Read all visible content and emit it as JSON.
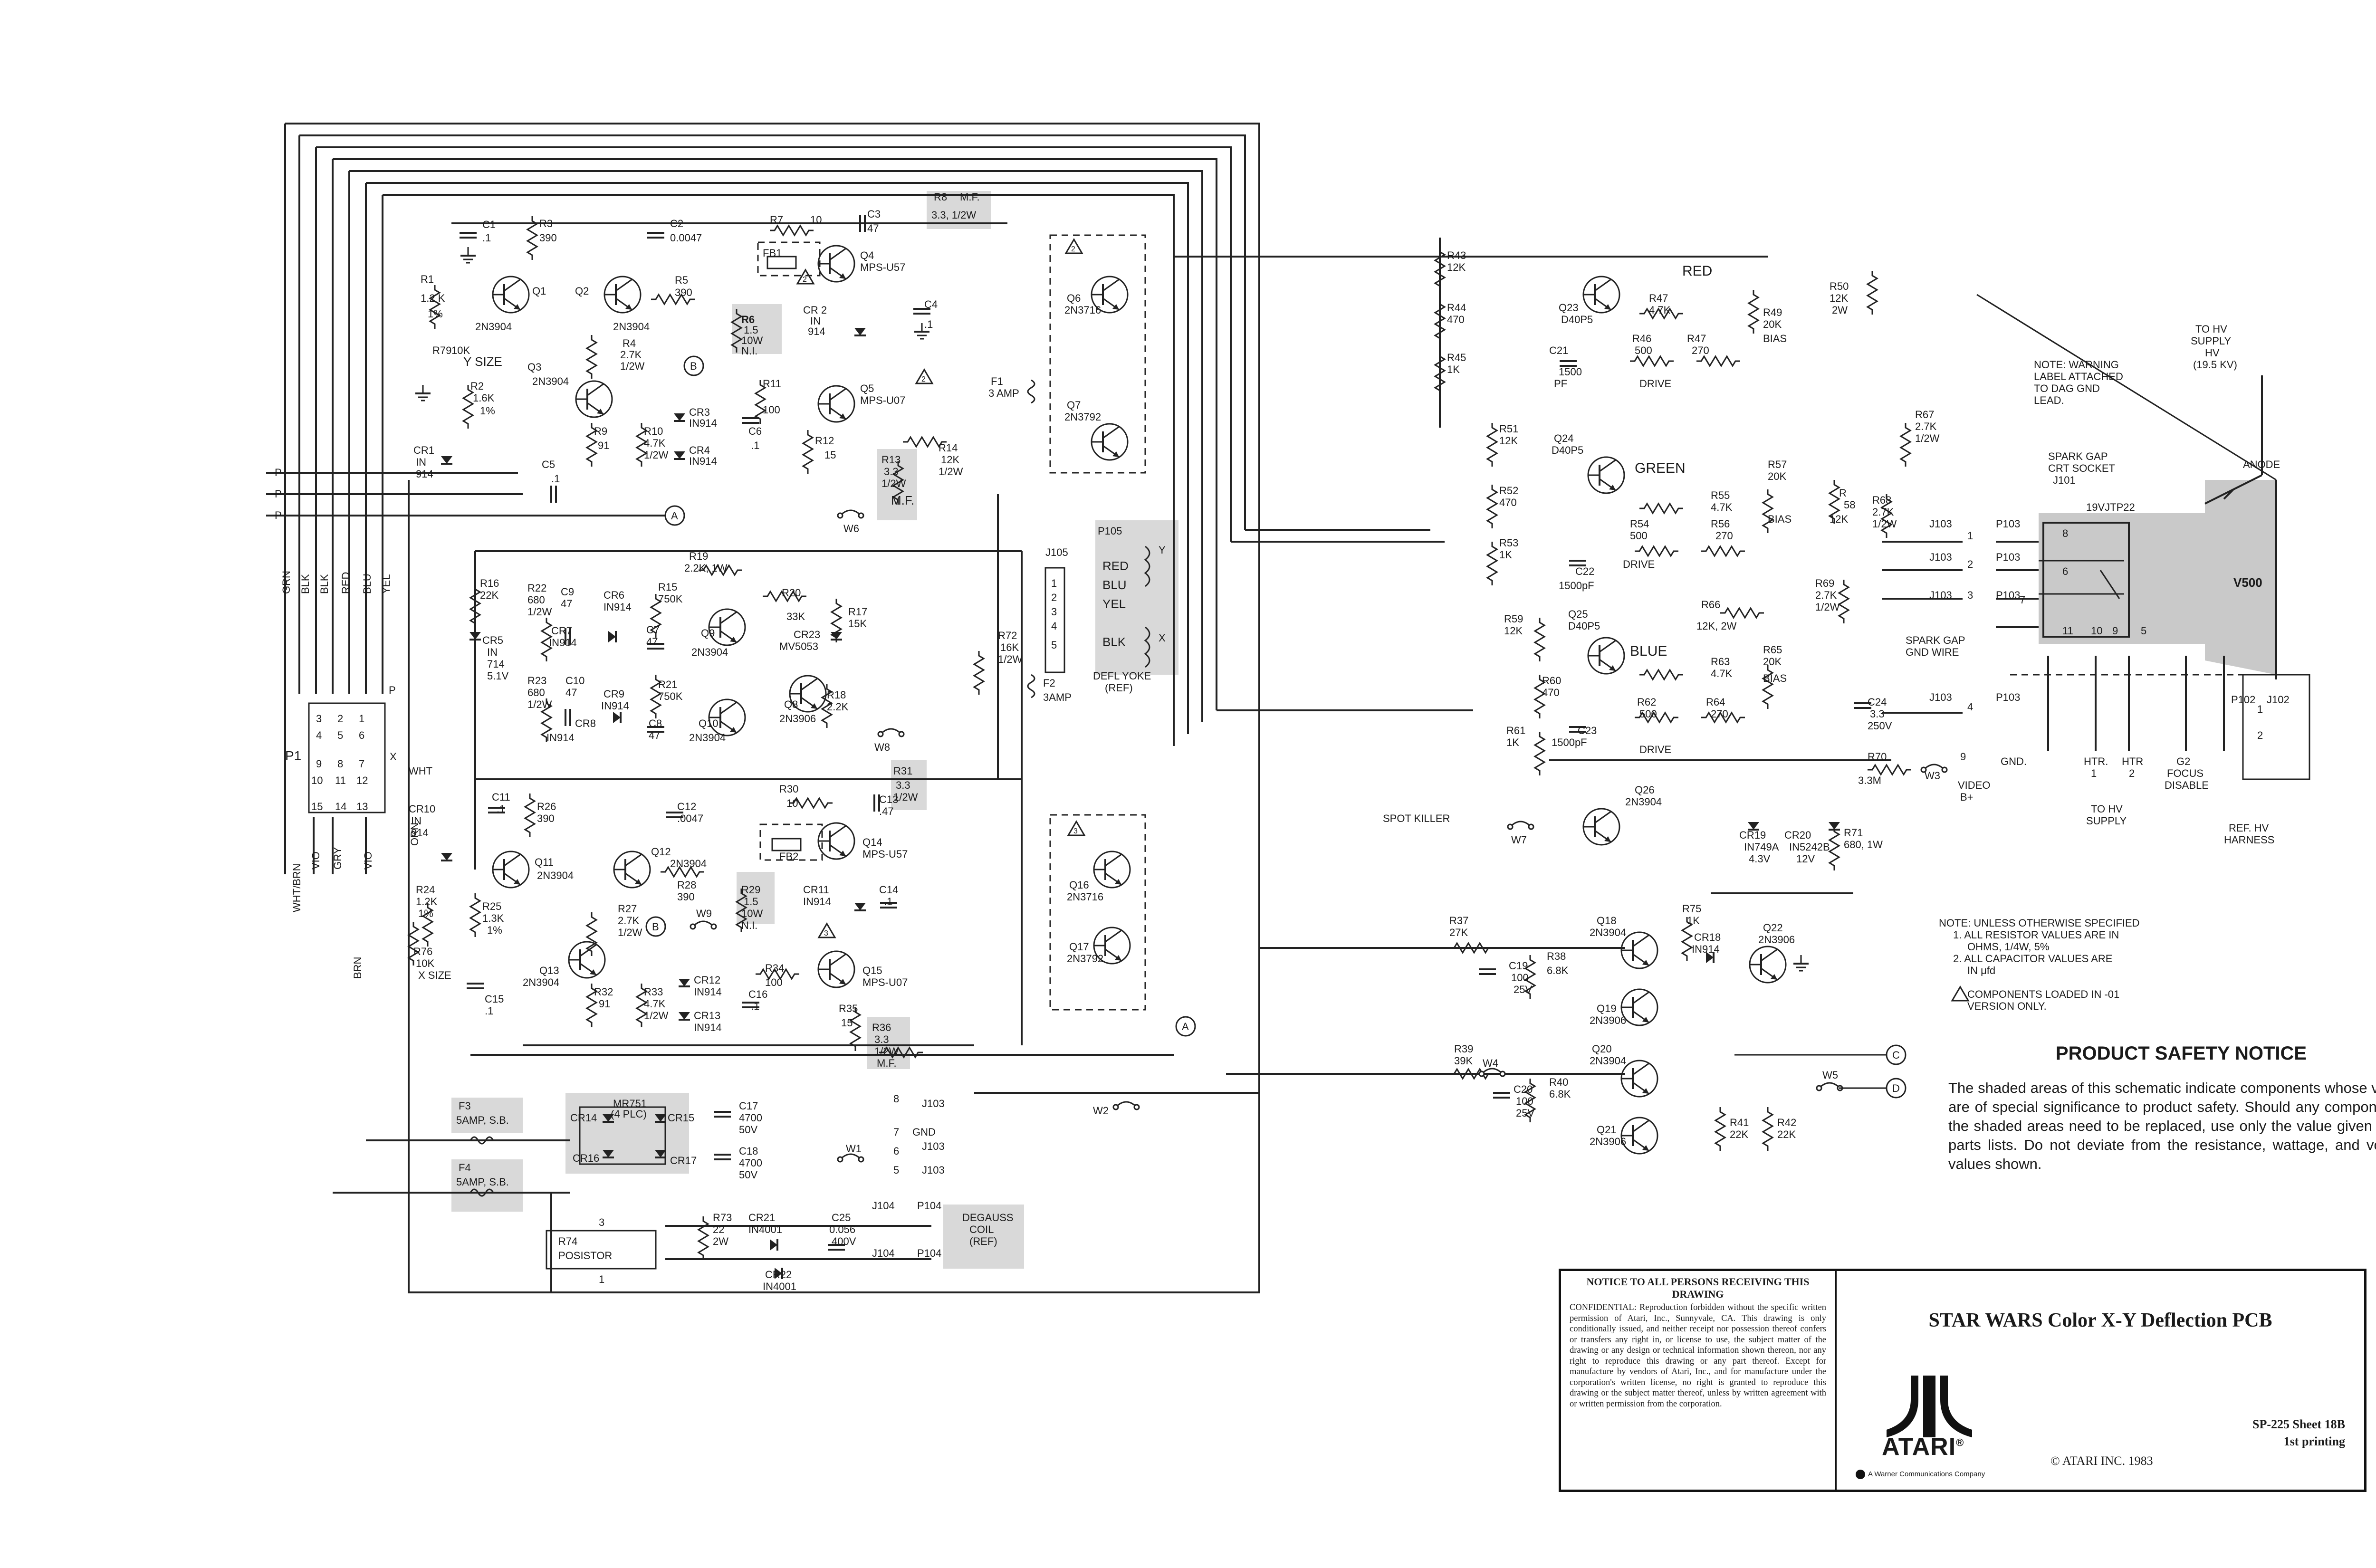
{
  "schematic": {
    "stage1": {
      "c1": [
        "C1",
        ".1"
      ],
      "r3": [
        "R3",
        "390"
      ],
      "c2": [
        "C2",
        "0.0047"
      ],
      "r7": [
        "R7",
        "10"
      ],
      "c3": [
        "C3",
        "47"
      ],
      "r8": [
        "R8",
        "M.F.",
        "3.3, 1/2W"
      ],
      "r1": [
        "R1",
        "1.2 K",
        "1%"
      ],
      "q1": "Q1",
      "q2": "Q2",
      "q1type": "2N3904",
      "q2type": "2N3904",
      "r5": [
        "R5",
        "390"
      ],
      "fb1": "FB1",
      "q4": [
        "Q4",
        "MPS-U57"
      ],
      "q6": [
        "Q6",
        "2N3716"
      ],
      "cr2": [
        "CR 2",
        "IN",
        "914"
      ],
      "c4": [
        "C4",
        ".1"
      ],
      "r4": [
        "R4",
        "2.7K",
        "1/2W"
      ],
      "r6": [
        "R6",
        "1.5",
        "10W",
        "N.I."
      ],
      "r79": [
        "R79",
        "10K"
      ],
      "ysize": "Y SIZE",
      "q3": [
        "Q3",
        "2N3904"
      ],
      "r2": [
        "R2",
        "1.6K",
        "1%"
      ],
      "r11": [
        "R11",
        "100"
      ],
      "q5": [
        "Q5",
        "MPS-U07"
      ],
      "f1": [
        "F1",
        "3 AMP"
      ],
      "q7": [
        "Q7",
        "2N3792"
      ],
      "r9": [
        "R9",
        "91"
      ],
      "r10": [
        "R10",
        "4.7K",
        "1/2W"
      ],
      "cr3": [
        "CR3",
        "IN914"
      ],
      "cr4": [
        "CR4",
        "IN914"
      ],
      "c6": [
        "C6",
        ".1"
      ],
      "r12": [
        "R12",
        "15"
      ],
      "r13": [
        "R13",
        "3.3",
        "1/2W",
        "M.F."
      ],
      "r14": [
        "R14",
        "12K",
        "1/2W"
      ],
      "cr1": [
        "CR1",
        "IN",
        "914"
      ],
      "c5": [
        "C5",
        ".1"
      ],
      "w6": "W6"
    },
    "stage2": {
      "r19": [
        "R19",
        "2.2K, 1W"
      ],
      "r16": [
        "R16",
        "22K"
      ],
      "r22": [
        "R22",
        "680",
        "1/2W"
      ],
      "c9": [
        "C9",
        "47"
      ],
      "cr6": [
        "CR6",
        "IN914"
      ],
      "r15": [
        "R15",
        "750K"
      ],
      "r20": [
        "R20",
        "33K"
      ],
      "r17": [
        "R17",
        "15K"
      ],
      "cr7": [
        "CR7",
        "IN914"
      ],
      "c7": [
        "C7",
        "47"
      ],
      "q9": [
        "Q9",
        "2N3904"
      ],
      "cr23": [
        "CR23",
        "MV5053"
      ],
      "cr5": [
        "CR5",
        "IN",
        "714",
        "5.1V"
      ],
      "r23": [
        "R23",
        "680",
        "1/2W"
      ],
      "c10": [
        "C10",
        "47"
      ],
      "cr9": [
        "CR9",
        "IN914"
      ],
      "r21": [
        "R21",
        "750K"
      ],
      "q8": [
        "Q8",
        "2N3906"
      ],
      "r18": [
        "R18",
        "2.2K"
      ],
      "cr8": [
        "CR8",
        "IN914"
      ],
      "c8": [
        "C8",
        "47"
      ],
      "q10": [
        "Q10",
        "2N3904"
      ],
      "w8": "W8"
    },
    "connectors": {
      "j105": "J105",
      "p105": "P105",
      "pins": [
        "1",
        "2",
        "3",
        "4",
        "5"
      ],
      "wires": [
        "RED",
        "BLU",
        "YEL",
        "BLK"
      ],
      "yoke": [
        "X",
        "Y",
        "DEFL YOKE",
        "(REF)"
      ],
      "r72": [
        "R72",
        "16K",
        "1/2W"
      ],
      "f2": [
        "F2",
        "3AMP"
      ],
      "p": [
        "P",
        "P",
        "P",
        "P"
      ],
      "colors": [
        "GRN",
        "BLK",
        "BLK",
        "RED",
        "BLU",
        "YEL"
      ],
      "p1": "P1",
      "p1pins": [
        "3",
        "2",
        "1",
        "4",
        "5",
        "6",
        "9",
        "8",
        "7",
        "10",
        "11",
        "12",
        "15",
        "14",
        "13"
      ],
      "x": "X",
      "wht": "WHT",
      "whtbrn": "WHT/BRN",
      "vio": "VIO",
      "gry": "GRY",
      "vio2": "VIO",
      "orn": "ORN",
      "brn": "BRN"
    },
    "stage3": {
      "c11": [
        "C11",
        ".1"
      ],
      "r26": [
        "R26",
        "390"
      ],
      "c12": [
        "C12",
        ".0047"
      ],
      "r30": [
        "R30",
        "10"
      ],
      "c13": [
        "C13",
        ".47"
      ],
      "r31": [
        "R31",
        "3.3",
        "1/2W"
      ],
      "cr10": [
        "CR10",
        "IN",
        "914"
      ],
      "q11": [
        "Q11",
        "2N3904"
      ],
      "q12": [
        "Q12",
        "2N3904"
      ],
      "fb2": "FB2",
      "q14": [
        "Q14",
        "MPS-U57"
      ],
      "q16": [
        "Q16",
        "2N3716"
      ],
      "r24": [
        "R24",
        "1.2K",
        "1%"
      ],
      "r25": [
        "R25",
        "1.3K",
        "1%"
      ],
      "r27": [
        "R27",
        "2.7K",
        "1/2W"
      ],
      "r28": [
        "R28",
        "390"
      ],
      "r29": [
        "R29",
        "1.5",
        "10W",
        "N.I."
      ],
      "w9": "W9",
      "cr11": [
        "CR11",
        "IN914"
      ],
      "c14": [
        "C14",
        ".1"
      ],
      "q17": [
        "Q17",
        "2N3792"
      ],
      "r76": [
        "R76",
        "10K",
        "X SIZE"
      ],
      "q13": [
        "Q13",
        "2N3904"
      ],
      "r32": [
        "R32",
        "91"
      ],
      "r33": [
        "R33",
        "4.7K",
        "1/2W"
      ],
      "cr12": [
        "CR12",
        "IN914"
      ],
      "cr13": [
        "CR13",
        "IN914"
      ],
      "r34": [
        "R34",
        "100"
      ],
      "q15": [
        "Q15",
        "MPS-U07"
      ],
      "c16": [
        "C16",
        ".1"
      ],
      "c15": [
        "C15",
        ".1"
      ],
      "r35": [
        "R35",
        "15"
      ],
      "r36": [
        "R36",
        "3.3",
        "1/2W",
        "M.F."
      ]
    },
    "power": {
      "f3": [
        "F3",
        "5AMP, S.B."
      ],
      "f4": [
        "F4",
        "5AMP, S.B."
      ],
      "mr751": [
        "MR751",
        "(4 PLC)"
      ],
      "cr14": "CR14",
      "cr15": "CR15",
      "cr16": "CR16",
      "cr17": "CR17",
      "c17": [
        "C17",
        "4700",
        "50V"
      ],
      "c18": [
        "C18",
        "4700",
        "50V"
      ],
      "j103a": [
        "8",
        "J103"
      ],
      "gnd": [
        "7",
        "GND"
      ],
      "j103b": [
        "6",
        "J103"
      ],
      "w1": "W1",
      "j103c": [
        "5",
        "J103"
      ],
      "w2": "W2",
      "pin3": "3",
      "pin1": "1",
      "r74": [
        "R74",
        "POSISTOR"
      ],
      "r73": [
        "R73",
        "22",
        "2W"
      ],
      "cr21": [
        "CR21",
        "IN4001"
      ],
      "cr22": [
        "CR22",
        "IN4001"
      ],
      "c25": [
        "C25",
        "0.056",
        "400V"
      ],
      "j104": [
        "J104",
        "P104",
        "J104",
        "P104"
      ],
      "degauss": [
        "DEGAUSS",
        "COIL",
        "(REF)"
      ]
    },
    "video": {
      "red": "RED",
      "green": "GREEN",
      "blue": "BLUE",
      "drive": "DRIVE",
      "bias": "BIAS",
      "r43": [
        "R43",
        "12K"
      ],
      "r44": [
        "R44",
        "470"
      ],
      "r45": [
        "R45",
        "1K"
      ],
      "q23": [
        "Q23",
        "D40P5"
      ],
      "r47a": [
        "R47",
        "4.7K"
      ],
      "r46": [
        "R46",
        "500"
      ],
      "r47b": [
        "R47",
        "270"
      ],
      "r49": [
        "R49",
        "20K"
      ],
      "c21": [
        "C21",
        "1500",
        "PF"
      ],
      "r50": [
        "R50",
        "12K",
        "2W"
      ],
      "r51": [
        "R51",
        "12K"
      ],
      "r52": [
        "R52",
        "470"
      ],
      "r53": [
        "R53",
        "1K"
      ],
      "q24": [
        "Q24",
        "D40P5"
      ],
      "r55": [
        "R55",
        "4.7K"
      ],
      "r54": [
        "R54",
        "500"
      ],
      "r56": [
        "R56",
        "270"
      ],
      "r57": [
        "R57",
        "20K"
      ],
      "r58": [
        "R",
        "58",
        "12K"
      ],
      "r68": [
        "R68",
        "2.7K",
        "1/2W"
      ],
      "c22": [
        "C22",
        "1500pF"
      ],
      "r67": [
        "R67",
        "2.7K",
        "1/2W"
      ],
      "r69": [
        "R69",
        "2.7K",
        "1/2W"
      ],
      "r66": [
        "R66",
        "12K, 2W"
      ],
      "q25": [
        "Q25",
        "D40P5"
      ],
      "r59": [
        "R59",
        "12K"
      ],
      "r60": [
        "R60",
        "470"
      ],
      "r61": [
        "R61",
        "1K"
      ],
      "r63": [
        "R63",
        "4.7K"
      ],
      "r62": [
        "R62",
        "500"
      ],
      "r64": [
        "R64",
        "270"
      ],
      "r65": [
        "R65",
        "20K"
      ],
      "c23": [
        "C23",
        "1500pF"
      ],
      "c24": [
        "C24",
        "3.3",
        "250V"
      ],
      "r70": [
        "R70",
        "3.3M"
      ],
      "w3": "W3",
      "video": [
        "VIDEO",
        "B+"
      ],
      "q26": [
        "Q26",
        "2N3904"
      ],
      "spot": "SPOT KILLER",
      "w7": "W7",
      "cr19": [
        "CR19",
        "IN749A",
        "4.3V"
      ],
      "cr20": [
        "CR20",
        "IN5242B",
        "12V"
      ],
      "r71": [
        "R71",
        "680, 1W"
      ]
    },
    "crt": {
      "note": [
        "NOTE: WARNING",
        "LABEL ATTACHED",
        "TO DAG GND",
        "LEAD."
      ],
      "tohv": [
        "TO HV",
        "SUPPLY",
        "HV",
        "(19.5 KV)"
      ],
      "spark1": [
        "SPARK GAP",
        "CRT SOCKET",
        "J101"
      ],
      "anode": "ANODE",
      "tube": "19VJTP22",
      "v500": "V500",
      "j103": [
        "J103",
        "J103",
        "J103",
        "J103"
      ],
      "p103": [
        "P103",
        "P103",
        "P103",
        "P103"
      ],
      "pinnums": [
        "1",
        "2",
        "3",
        "4"
      ],
      "sock": [
        "8",
        "6",
        "7",
        "11",
        "10",
        "9",
        "5"
      ],
      "spark2": [
        "SPARK GAP",
        "GND WIRE"
      ],
      "p102": "P102",
      "j102": "J102",
      "pins12": [
        "1",
        "2"
      ],
      "bottom": [
        "GND.",
        "HTR.",
        "1",
        "HTR",
        "2",
        "G2",
        "FOCUS",
        "DISABLE"
      ],
      "tohv2": [
        "TO HV",
        "SUPPLY"
      ],
      "ref": [
        "REF. HV",
        "HARNESS"
      ],
      "pin9": "9"
    },
    "output": {
      "r37": [
        "R37",
        "27K"
      ],
      "c19": [
        "C19",
        "100",
        "25V"
      ],
      "r38": [
        "R38",
        "6.8K"
      ],
      "q18": [
        "Q18",
        "2N3904"
      ],
      "q19": [
        "Q19",
        "2N3906"
      ],
      "r75": [
        "R75",
        "1K"
      ],
      "cr18": [
        "CR18",
        "IN914"
      ],
      "q22": [
        "Q22",
        "2N3906"
      ],
      "r39": [
        "R39",
        "39K"
      ],
      "w4": "W4",
      "c20": [
        "C20",
        "100",
        "25V"
      ],
      "r40": [
        "R40",
        "6.8K"
      ],
      "q20": [
        "Q20",
        "2N3904"
      ],
      "q21": [
        "Q21",
        "2N3906"
      ],
      "r41": [
        "R41",
        "22K"
      ],
      "r42": [
        "R42",
        "22K"
      ],
      "w5": "W5",
      "c": "C",
      "d": "D"
    },
    "notes": [
      "NOTE: UNLESS OTHERWISE SPECIFIED",
      "1. ALL RESISTOR VALUES ARE IN",
      "OHMS, 1/4W, 5%",
      "2. ALL CAPACITOR VALUES ARE",
      "IN μfd",
      "COMPONENTS LOADED IN -01",
      "VERSION ONLY."
    ],
    "tri2": "2",
    "tri3": "3",
    "nodes": {
      "a": "A",
      "b": "B"
    }
  },
  "safety": {
    "title": "PRODUCT SAFETY NOTICE",
    "body": "The shaded areas of this schematic indicate components whose values are of special significance to product safety. Should any component in the shaded areas need to be replaced, use only the value given in the parts lists. Do not deviate from the resistance, wattage, and voltage values shown."
  },
  "titleblock": {
    "legal_heading": "NOTICE TO ALL PERSONS RECEIVING THIS DRAWING",
    "legal_body": "CONFIDENTIAL: Reproduction forbidden without the specific written permission of Atari, Inc., Sunnyvale, CA. This drawing is only conditionally issued, and neither receipt nor possession thereof confers or transfers any right in, or license to use, the subject matter of the drawing or any design or technical information shown thereon, nor any right to reproduce this drawing or any part thereof. Except for manufacture by vendors of Atari, Inc., and for manufacture under the corporation's written license, no right is granted to reproduce this drawing or the subject matter thereof, unless by written agreement with or written permission from the corporation.",
    "title": "STAR WARS Color X-Y Deflection PCB",
    "brand": "ATARI",
    "reg": "®",
    "warner": "A Warner Communications Company",
    "copyright": "© ATARI INC. 1983",
    "drawing": "SP-225  Sheet 18B",
    "printing": "1st printing"
  }
}
